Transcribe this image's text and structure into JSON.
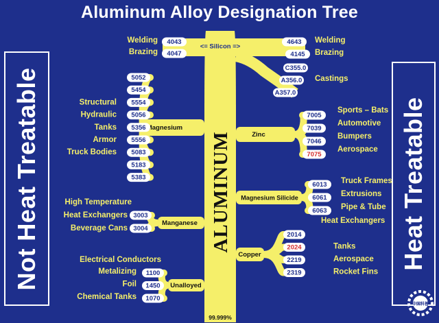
{
  "title": "Aluminum Alloy Designation Tree",
  "left_caption": "Not Heat Treatable",
  "right_caption": "Heat Treatable",
  "trunk_label": "ALUMINUM",
  "base_label": "99.999%",
  "colors": {
    "background": "#1e2f8c",
    "branch": "#f5ef6a",
    "app_text": "#f5ef6a",
    "box_fill": "#ffffff",
    "box_text": "#1e2f8c",
    "highlight_text": "#d32f2f",
    "caption_text": "#ffffff"
  },
  "groups": [
    {
      "name": "Silicon",
      "label": "<= Silicon =>",
      "side": "both",
      "heat_treatable": "mixed",
      "alloys": [
        {
          "code": "4043",
          "side": "left",
          "application": "Welding"
        },
        {
          "code": "4047",
          "side": "left",
          "application": "Brazing"
        },
        {
          "code": "4643",
          "side": "right",
          "application": "Welding"
        },
        {
          "code": "4145",
          "side": "right",
          "application": "Brazing"
        },
        {
          "code": "C355.0",
          "side": "right",
          "application": ""
        },
        {
          "code": "A356.0",
          "side": "right",
          "application": "Castings"
        },
        {
          "code": "A357.0",
          "side": "right",
          "application": ""
        }
      ]
    },
    {
      "name": "Magnesium",
      "label": "Magnesium",
      "side": "left",
      "heat_treatable": false,
      "alloys": [
        {
          "code": "5052",
          "application": ""
        },
        {
          "code": "5454",
          "application": ""
        },
        {
          "code": "5554",
          "application": "Structural"
        },
        {
          "code": "5056",
          "application": "Hydraulic"
        },
        {
          "code": "5356",
          "application": "Tanks"
        },
        {
          "code": "5556",
          "application": "Armor"
        },
        {
          "code": "5083",
          "application": "Truck Bodies"
        },
        {
          "code": "5183",
          "application": ""
        },
        {
          "code": "5383",
          "application": ""
        }
      ]
    },
    {
      "name": "Zinc",
      "label": "Zinc",
      "side": "right",
      "heat_treatable": true,
      "alloys": [
        {
          "code": "7005",
          "application": "Sports – Bats"
        },
        {
          "code": "7039",
          "application": "Automotive"
        },
        {
          "code": "7046",
          "application": "Bumpers"
        },
        {
          "code": "7075",
          "application": "Aerospace",
          "highlight": true
        }
      ]
    },
    {
      "name": "Magnesium Silicide",
      "label": "Magnesium Silicide",
      "side": "right",
      "heat_treatable": true,
      "alloys": [
        {
          "code": "6013",
          "application": "Truck Frames"
        },
        {
          "code": "6061",
          "application": "Extrusions"
        },
        {
          "code": "6063",
          "application": "Pipe & Tube"
        }
      ],
      "extra_application": "Heat Exchangers"
    },
    {
      "name": "Manganese",
      "label": "Manganese",
      "side": "left",
      "heat_treatable": false,
      "alloys": [
        {
          "code": "3003",
          "application": "Heat Exchangers"
        },
        {
          "code": "3004",
          "application": "Beverage Cans"
        }
      ],
      "extra_application": "High Temperature"
    },
    {
      "name": "Copper",
      "label": "Copper",
      "side": "right",
      "heat_treatable": true,
      "alloys": [
        {
          "code": "2014",
          "application": ""
        },
        {
          "code": "2024",
          "application": "Tanks",
          "highlight": true
        },
        {
          "code": "2219",
          "application": "Aerospace"
        },
        {
          "code": "2319",
          "application": "Rocket Fins"
        }
      ]
    },
    {
      "name": "Unalloyed",
      "label": "Unalloyed",
      "side": "left",
      "heat_treatable": false,
      "alloys": [
        {
          "code": "1100",
          "application": "Metalizing"
        },
        {
          "code": "1450",
          "application": "Foil"
        },
        {
          "code": "1070",
          "application": "Chemical Tanks"
        }
      ],
      "extra_application": "Electrical Conductors"
    }
  ],
  "watermark": {
    "logo_text": "中国科普",
    "icon": "gear-logo"
  }
}
